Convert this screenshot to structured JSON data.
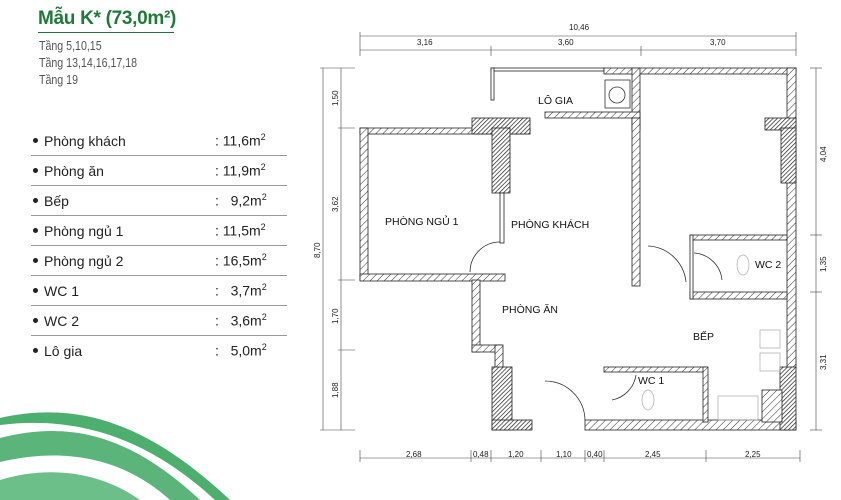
{
  "header": {
    "title": "Mẫu K* (73,0m²)",
    "floors": [
      "Tầng 5,10,15",
      "Tầng 13,14,16,17,18",
      "Tầng 19"
    ]
  },
  "rooms": [
    {
      "name": "Phòng khách",
      "area": "11,6m",
      "unit_sup": "2"
    },
    {
      "name": "Phòng ăn",
      "area": "11,9m",
      "unit_sup": "2"
    },
    {
      "name": "Bếp",
      "area": "9,2m",
      "unit_sup": "2"
    },
    {
      "name": "Phòng ngủ 1",
      "area": "11,5m",
      "unit_sup": "2"
    },
    {
      "name": "Phòng ngủ 2",
      "area": "16,5m",
      "unit_sup": "2"
    },
    {
      "name": "WC 1",
      "area": "3,7m",
      "unit_sup": "2"
    },
    {
      "name": "WC 2",
      "area": "3,6m",
      "unit_sup": "2"
    },
    {
      "name": "Lô gia",
      "area": "5,0m",
      "unit_sup": "2"
    }
  ],
  "plan": {
    "labels": {
      "lo_gia": "LÔ GIA",
      "phong_ngu_1": "PHÒNG NGỦ 1",
      "phong_khach": "PHÒNG KHÁCH",
      "wc2": "WC 2",
      "phong_an": "PHÒNG ĂN",
      "bep": "BẾP",
      "wc1": "WC 1"
    },
    "dimensions": {
      "top_total": "10,46",
      "top": [
        "3,16",
        "3,60",
        "3,70"
      ],
      "left_total": "8,70",
      "left": [
        "1,50",
        "3,62",
        "1,70",
        "1,88"
      ],
      "right": [
        "4,04",
        "1,35",
        "3,31"
      ],
      "bottom": [
        "2,68",
        "0,48",
        "1,20",
        "1,10",
        "0,40",
        "2,45",
        "2,25"
      ]
    }
  },
  "colors": {
    "brand_green": "#1f7a3a",
    "swoosh_green": "#4caf6e"
  }
}
